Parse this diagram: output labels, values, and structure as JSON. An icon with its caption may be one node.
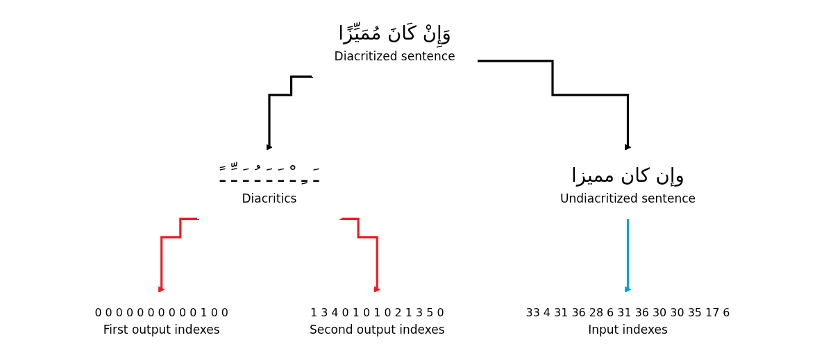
{
  "diagram": {
    "nodes": [
      {
        "text": [
          "وَإِنْ كَانَ مُمَيِّزًا",
          "Diacritized sentence"
        ]
      },
      {
        "text": [
          "ـَ ـِ ـْ ـَ ـَ ـُ ـَ ـِّ ـً",
          "Diacritics"
        ]
      },
      {
        "text": [
          "وإن كان مميزا",
          "Undiacritized sentence"
        ]
      },
      {
        "text": [
          "0 0 0 0 0 0 0 0 0 0 1 0 0",
          "First output indexes"
        ]
      },
      {
        "text": [
          "1 3 4 0 1 0 1 0 2 1 3 5 0",
          "Second output indexes"
        ]
      },
      {
        "text": [
          "33 4 31 36 28 6 31 36 30 30 35 17 6",
          "Input indexes"
        ]
      }
    ],
    "edges": [
      {
        "from": 0,
        "to": 1,
        "arrow": "to",
        "color": "#000000"
      },
      {
        "from": 0,
        "to": 2,
        "arrow": "to",
        "color": "#000000"
      },
      {
        "from": 1,
        "to": 3,
        "arrow": "to",
        "color": "#ed1c24"
      },
      {
        "from": 1,
        "to": 4,
        "arrow": "to",
        "color": "#ed1c24"
      },
      {
        "from": 2,
        "to": 5,
        "arrow": "to",
        "color": "#00a2e8"
      }
    ]
  }
}
